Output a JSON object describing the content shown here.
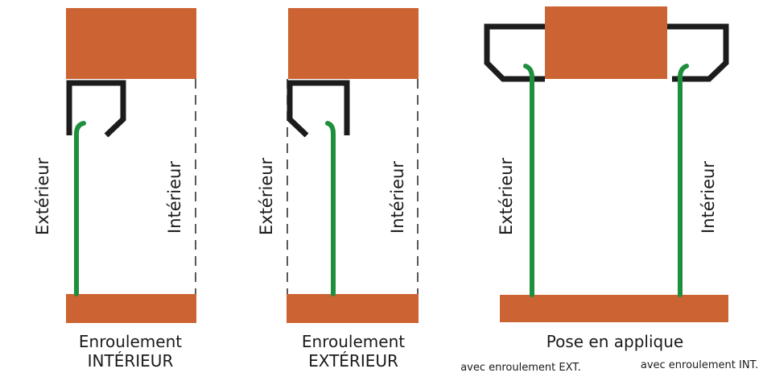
{
  "colors": {
    "brick": "#cc6333",
    "rail": "#1c1c1c",
    "curtain": "#1e8f3d",
    "dashed": "#222222"
  },
  "panel1": {
    "left_label": "Extérieur",
    "right_label": "Intérieur",
    "caption_line1": "Enroulement",
    "caption_line2": "INTÉRIEUR"
  },
  "panel2": {
    "left_label": "Extérieur",
    "right_label": "Intérieur",
    "caption_line1": "Enroulement",
    "caption_line2": "EXTÉRIEUR"
  },
  "panel3": {
    "left_label": "Extérieur",
    "right_label": "Intérieur",
    "caption": "Pose en applique",
    "sub_left": "avec enroulement EXT.",
    "sub_right": "avec enroulement INT."
  }
}
